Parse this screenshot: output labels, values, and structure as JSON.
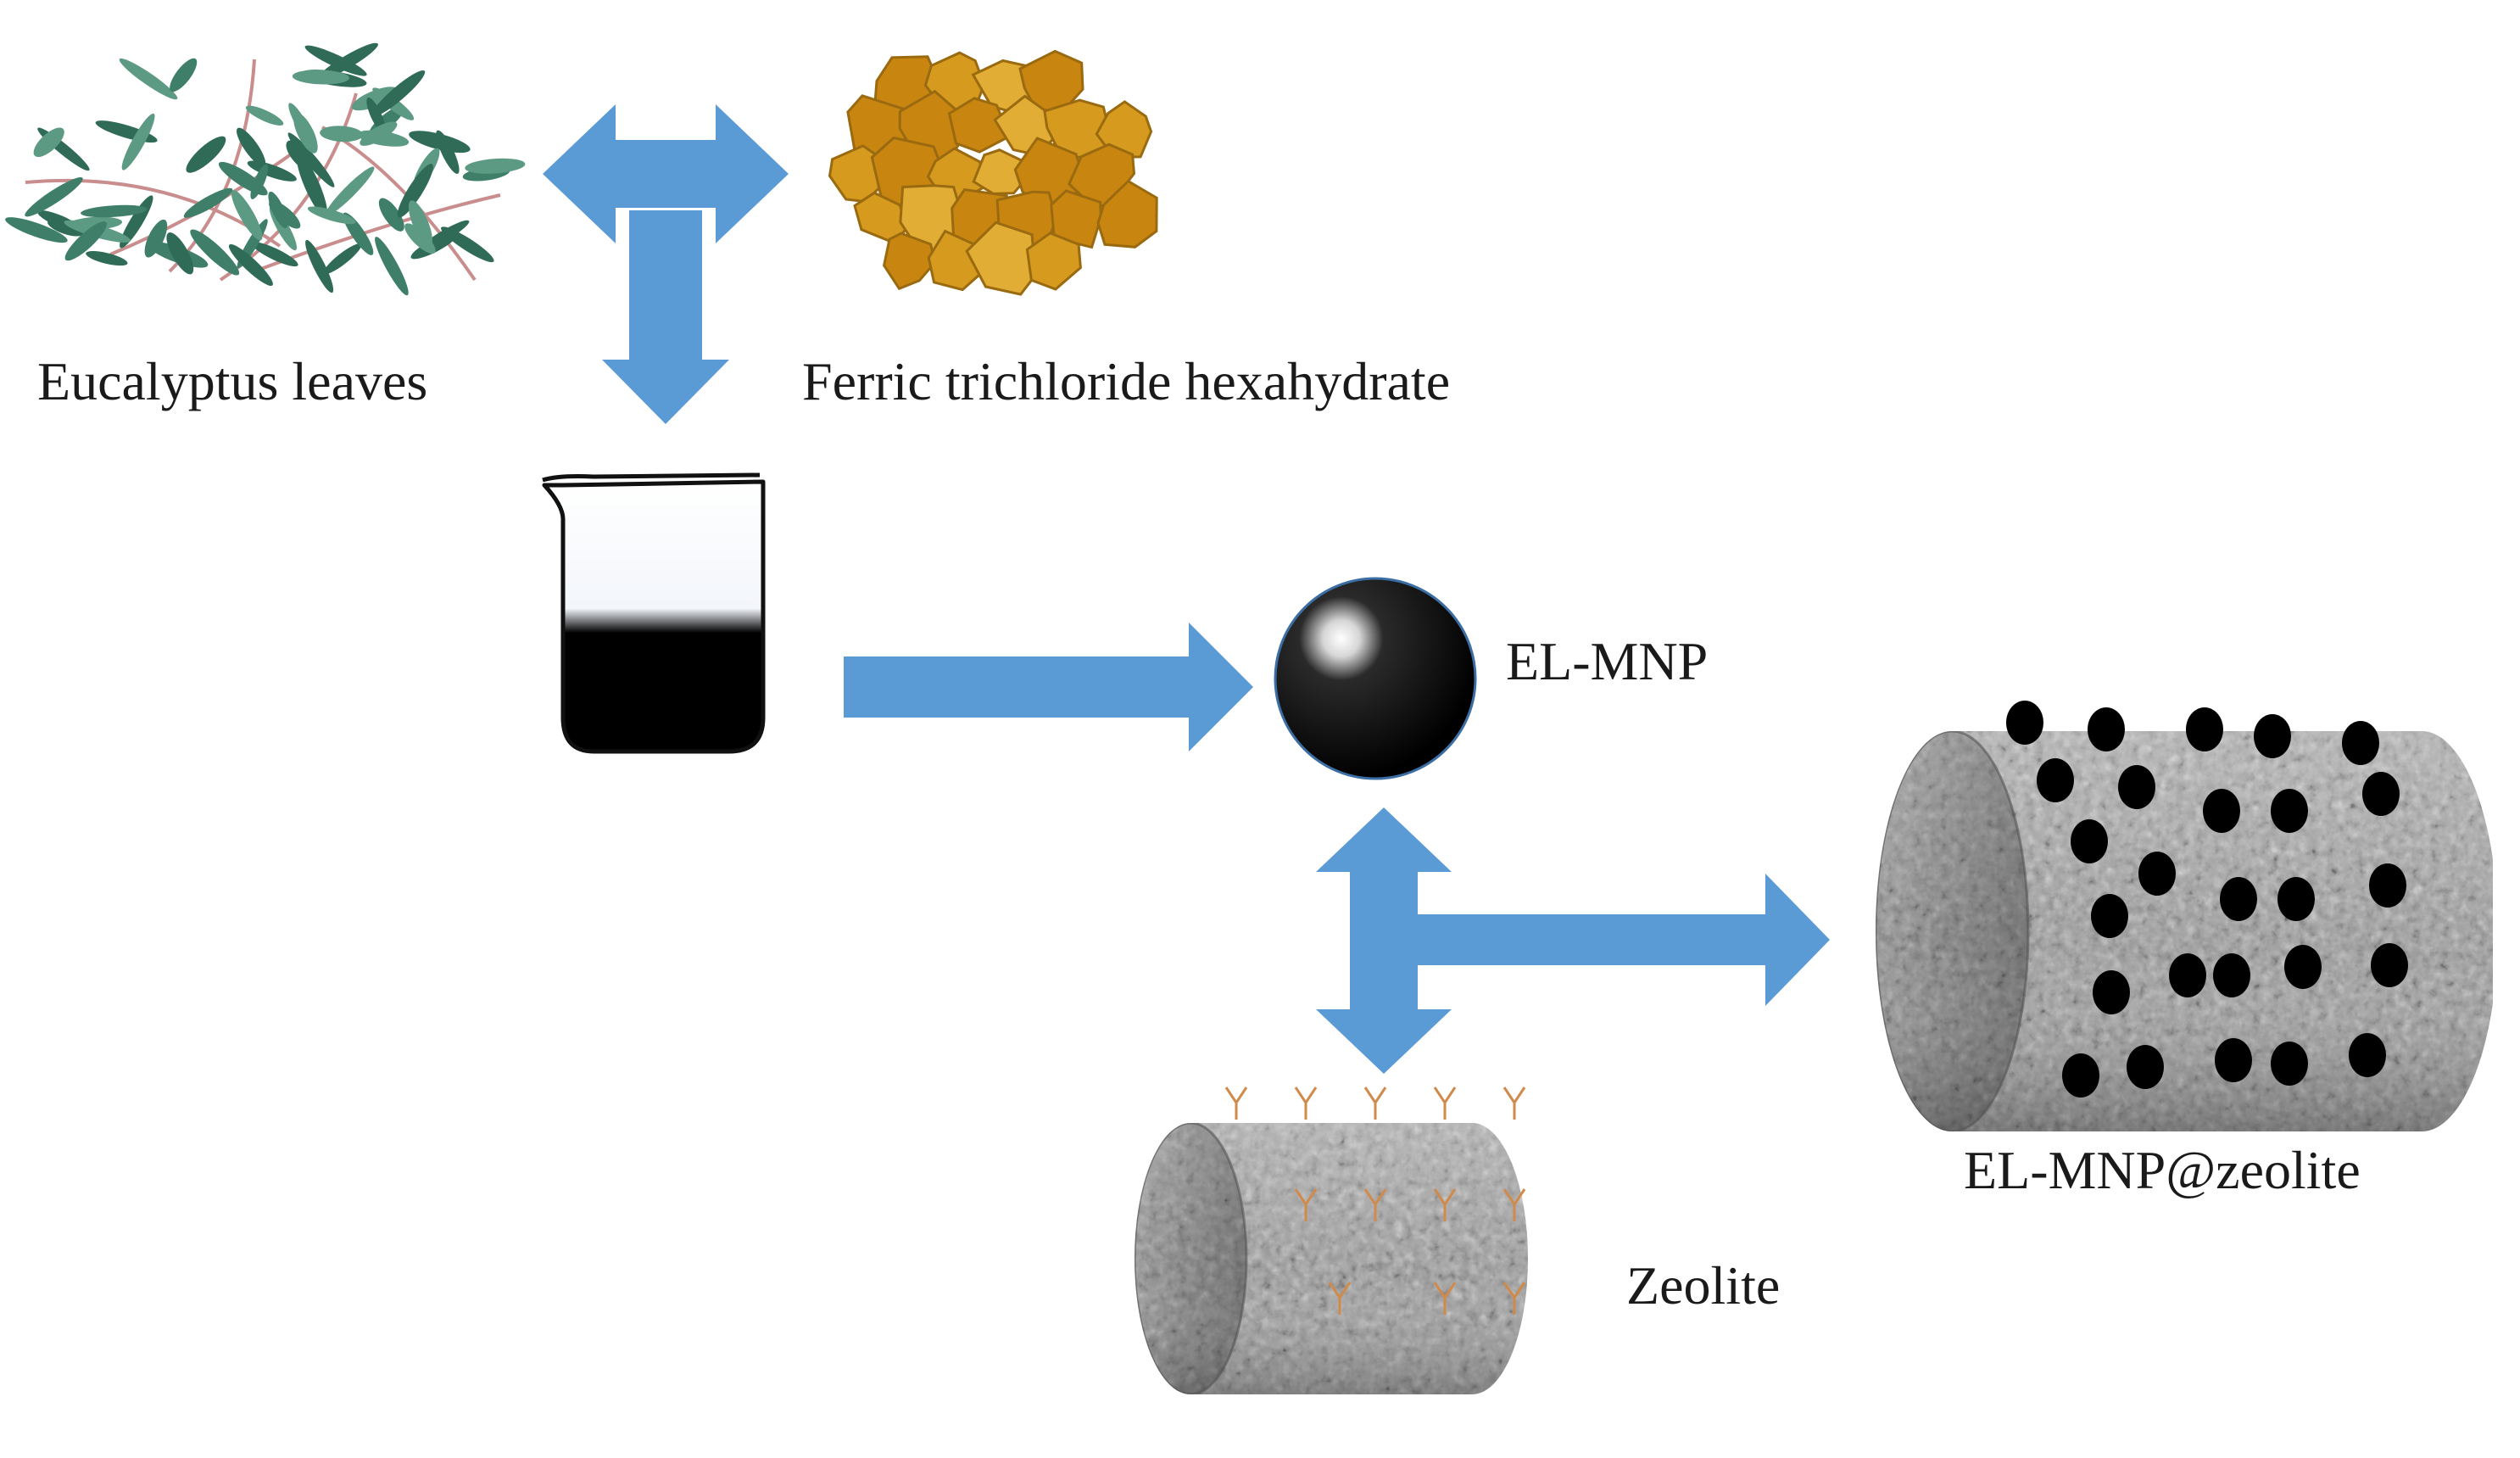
{
  "labels": {
    "eucalyptus": "Eucalyptus leaves",
    "ferric": "Ferric trichloride hexahydrate",
    "elmnp": "EL-MNP",
    "zeolite": "Zeolite",
    "composite": "EL-MNP@zeolite"
  },
  "colors": {
    "arrow": "#5b9bd5",
    "leaf": "#3f7f6a",
    "stem": "#c98d8d",
    "ferric": "#d59a1e",
    "zeolite": "#9a9a9a",
    "particle": "#000000"
  },
  "icons": {
    "leaves": "eucalyptus-leaves-icon",
    "crystals": "ferric-crystals-icon",
    "beaker": "beaker-icon",
    "sphere": "nanoparticle-sphere-icon",
    "zeolite": "zeolite-cylinder-icon",
    "composite": "composite-cylinder-icon"
  }
}
